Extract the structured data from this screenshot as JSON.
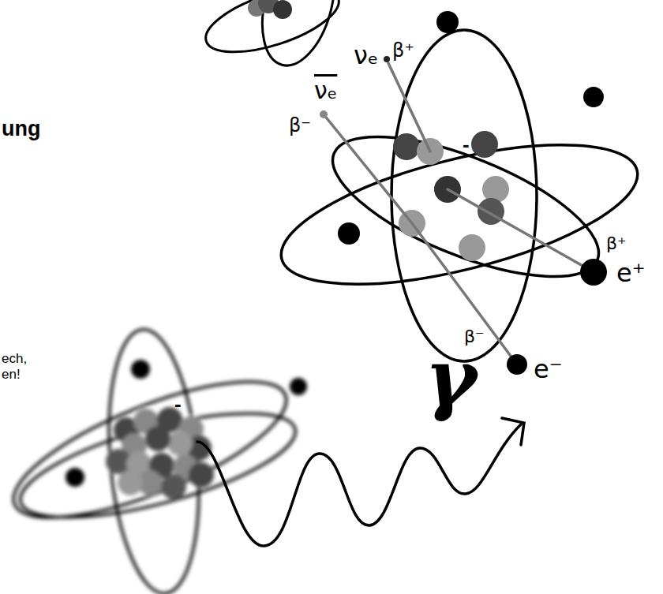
{
  "diagram": {
    "labels": [
      "ung",
      "νₑ",
      "β⁺",
      "νₑ",
      "β⁻",
      "-",
      "ech,",
      "en!",
      "β⁺",
      "e⁺",
      "β⁻",
      "e⁻",
      "γ",
      "-"
    ]
  }
}
